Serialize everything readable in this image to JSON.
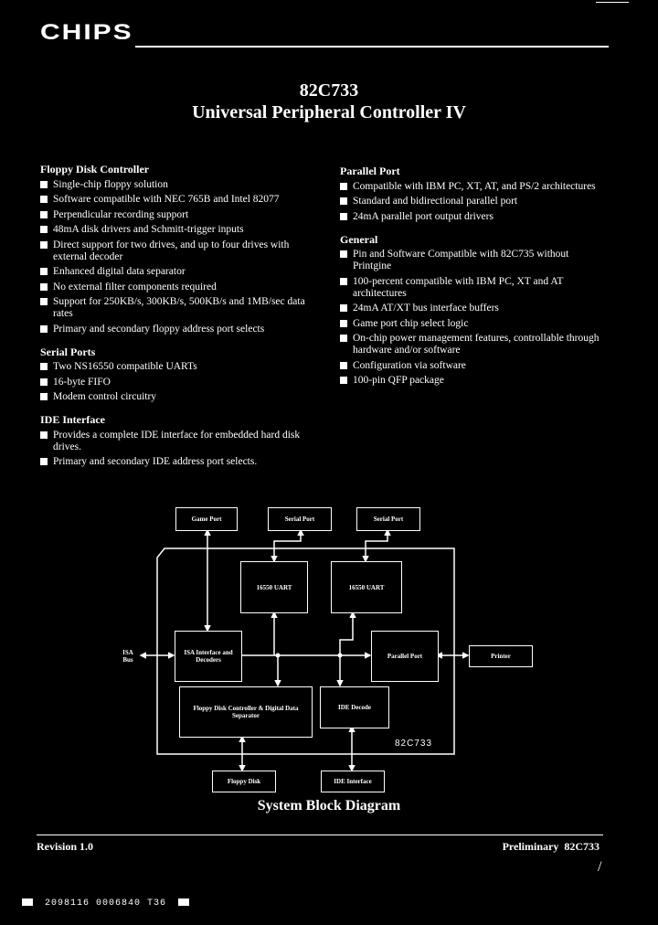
{
  "header": {
    "logo": "CHIPS",
    "part_number": "82C733",
    "title": "Universal Peripheral Controller IV"
  },
  "left_column": [
    {
      "heading": "Floppy Disk Controller",
      "items": [
        "Single-chip floppy solution",
        "Software compatible with NEC 765B and Intel 82077",
        "Perpendicular recording support",
        "48mA disk drivers and Schmitt-trigger inputs",
        "Direct support for two drives, and up to four drives with external decoder",
        "Enhanced digital data separator",
        "No external filter components required",
        "Support for 250KB/s, 300KB/s, 500KB/s and 1MB/sec data rates",
        "Primary and secondary floppy address port selects"
      ]
    },
    {
      "heading": "Serial Ports",
      "items": [
        "Two NS16550 compatible UARTs",
        "16-byte FIFO",
        "Modem control circuitry"
      ]
    },
    {
      "heading": "IDE Interface",
      "items": [
        "Provides a complete IDE interface for embedded hard disk drives.",
        "Primary and secondary IDE address port selects."
      ]
    }
  ],
  "right_column": [
    {
      "heading": "Parallel Port",
      "items": [
        "Compatible with IBM PC, XT, AT, and PS/2 architectures",
        "Standard and bidirectional parallel port",
        "24mA parallel port output drivers"
      ]
    },
    {
      "heading": "General",
      "items": [
        "Pin and Software Compatible with 82C735 without Printgine",
        "100-percent compatible with IBM PC, XT and AT architectures",
        "24mA AT/XT bus interface buffers",
        "Game port chip select logic",
        "On-chip power management features, controllable through hardware and/or software",
        "Configuration via software",
        "100-pin QFP package"
      ]
    }
  ],
  "diagram": {
    "caption": "System Block Diagram",
    "chip_label": "82C733",
    "game_port": "Game Port",
    "serial_port_1": "Serial Port",
    "serial_port_2": "Serial Port",
    "uart_1": "16550 UART",
    "uart_2": "16550 UART",
    "isa_interface": "ISA Interface and Decoders",
    "isa_bus": "ISA Bus",
    "parallel_port": "Parallel Port",
    "printer": "Printer",
    "fdc": "Floppy Disk Controller & Digital Data Separator",
    "ide_decode": "IDE Decode",
    "floppy_disk": "Floppy Disk",
    "ide_interface": "IDE Interface"
  },
  "footer": {
    "revision": "Revision 1.0",
    "preliminary": "Preliminary  82C733",
    "slash": "/",
    "barcode": "2098116 0006840 T36"
  }
}
